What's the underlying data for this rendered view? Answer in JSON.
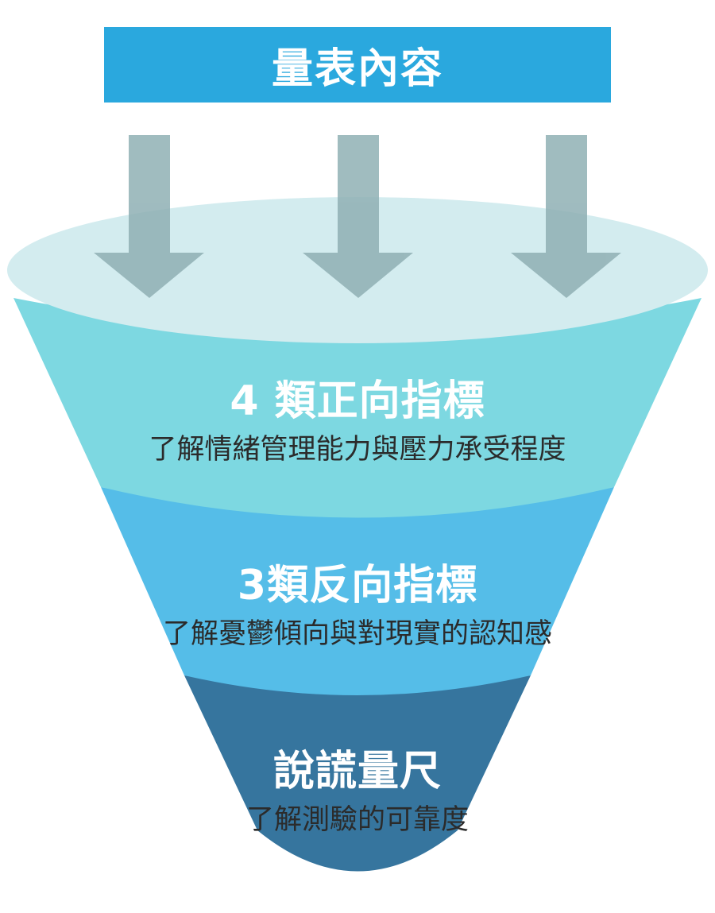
{
  "header": {
    "title": "量表內容",
    "color": "#2aa8de"
  },
  "arrows": {
    "count": 3,
    "color": "#8fb0b4"
  },
  "funnel": {
    "rim_color": "#d3ecef",
    "tiers": [
      {
        "title": "4 類正向指標",
        "description": "了解情緒管理能力與壓力承受程度",
        "color": "#7dd8e1"
      },
      {
        "title": "3類反向指標",
        "description": "了解憂鬱傾向與對現實的認知感",
        "color": "#55bde8"
      },
      {
        "title": "說謊量尺",
        "description": "了解測驗的可靠度",
        "color": "#36759e"
      }
    ]
  }
}
